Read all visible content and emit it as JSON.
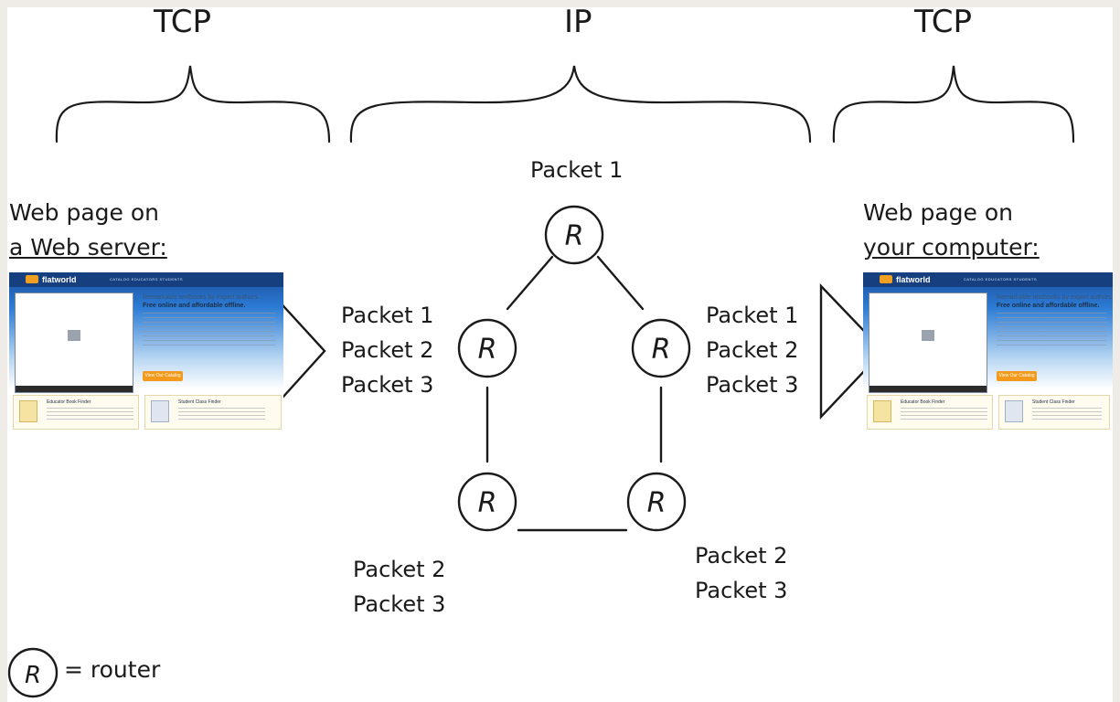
{
  "layers": {
    "left": "TCP",
    "middle": "IP",
    "right": "TCP"
  },
  "source": {
    "line1": "Web page on",
    "line2": "a Web server:"
  },
  "destination": {
    "line1": "Web page on",
    "line2": "your computer:"
  },
  "router_symbol": "R",
  "router_packets": {
    "top": "Packet 1",
    "left": [
      "Packet 1",
      "Packet 2",
      "Packet 3"
    ],
    "right": [
      "Packet 1",
      "Packet 2",
      "Packet 3"
    ],
    "bottom_left": [
      "Packet 2",
      "Packet 3"
    ],
    "bottom_right": [
      "Packet 2",
      "Packet 3"
    ]
  },
  "legend": {
    "symbol": "R",
    "text": "= router"
  },
  "thumbnail": {
    "logo": "flatworld",
    "nav": "CATALOG   EDUCATORS   STUDENTS",
    "headline": "Remarkable textbooks by expert authors.",
    "headline_bold": "Free online and affordable offline.",
    "cta": "View Our Catalog",
    "box1_title": "Educator Book Finder",
    "box2_title": "Student Class Finder"
  },
  "colors": {
    "background": "#efece7",
    "stroke": "#1a1a1a"
  }
}
